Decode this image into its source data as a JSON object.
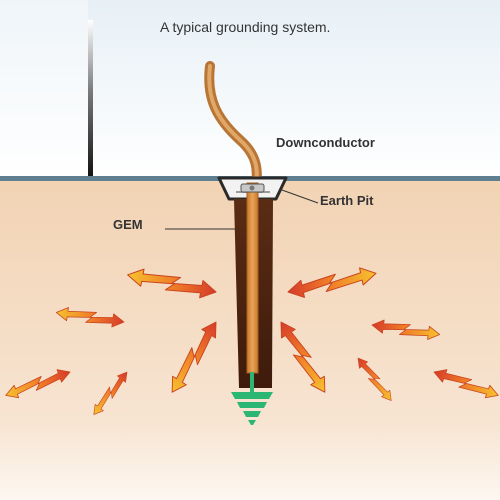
{
  "title": "A typical grounding system.",
  "labels": {
    "downconductor": "Downconductor",
    "earth_pit": "Earth Pit",
    "gem": "GEM"
  },
  "colors": {
    "sky_top": "#e7f0f6",
    "sky_bottom": "#ffffff",
    "soil_top": "#f2d3b4",
    "soil_bottom": "#fbf1e7",
    "ground_line": "#5a7a8a",
    "mast": "#1c1c1c",
    "gem_column": "#4b2310",
    "rod": "#d78a3a",
    "conductor": "#c98a4a",
    "electrode": "#2bb673",
    "bolt_arrow_fill": "#f2b52a",
    "bolt_arrow_edge": "#d53a2a"
  },
  "icons": {
    "discharge": "lightning-arrow-icon",
    "earth": "ground-symbol-icon"
  }
}
